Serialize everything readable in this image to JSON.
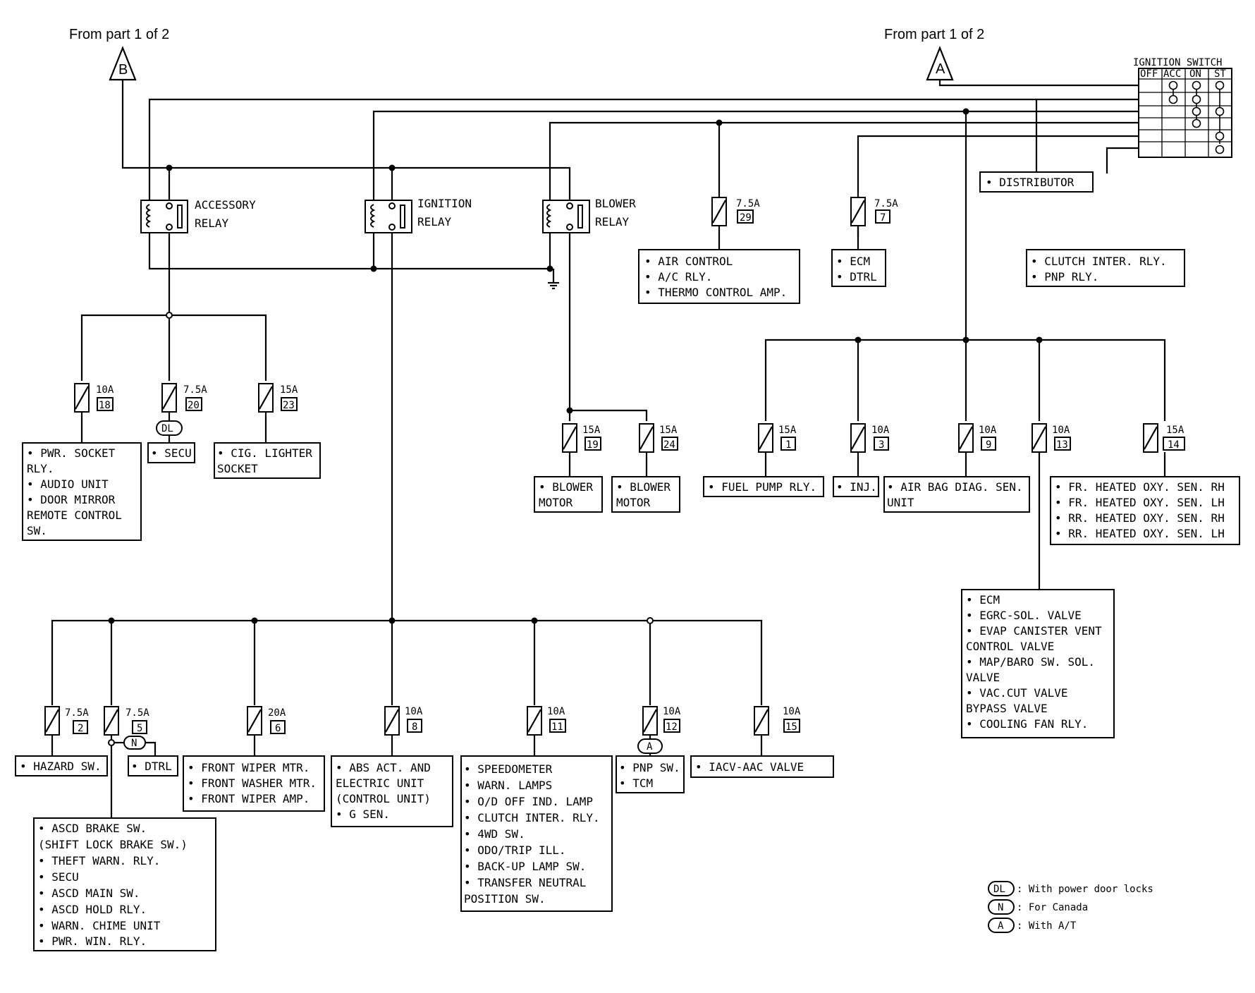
{
  "connectors": {
    "from_part_b": "From part 1 of 2",
    "conn_b": "B",
    "from_part_a": "From part 1 of 2",
    "conn_a": "A"
  },
  "ignition_switch": {
    "title": "IGNITION SWITCH",
    "cols": [
      "OFF",
      "ACC",
      "ON",
      "ST"
    ]
  },
  "relays": {
    "accessory": [
      "ACCESSORY",
      "RELAY"
    ],
    "ignition": [
      "IGNITION",
      "RELAY"
    ],
    "blower": [
      "BLOWER",
      "RELAY"
    ]
  },
  "fuses": {
    "f29": {
      "amp": "7.5A",
      "num": "29"
    },
    "f7": {
      "amp": "7.5A",
      "num": "7"
    },
    "f18": {
      "amp": "10A",
      "num": "18"
    },
    "f20": {
      "amp": "7.5A",
      "num": "20"
    },
    "f23": {
      "amp": "15A",
      "num": "23"
    },
    "f19": {
      "amp": "15A",
      "num": "19"
    },
    "f24": {
      "amp": "15A",
      "num": "24"
    },
    "f1": {
      "amp": "15A",
      "num": "1"
    },
    "f3": {
      "amp": "10A",
      "num": "3"
    },
    "f9": {
      "amp": "10A",
      "num": "9"
    },
    "f13": {
      "amp": "10A",
      "num": "13"
    },
    "f14": {
      "amp": "15A",
      "num": "14"
    },
    "f2": {
      "amp": "7.5A",
      "num": "2"
    },
    "f5": {
      "amp": "7.5A",
      "num": "5"
    },
    "f6": {
      "amp": "20A",
      "num": "6"
    },
    "f8": {
      "amp": "10A",
      "num": "8"
    },
    "f11": {
      "amp": "10A",
      "num": "11"
    },
    "f12": {
      "amp": "10A",
      "num": "12"
    },
    "f15": {
      "amp": "10A",
      "num": "15"
    }
  },
  "boxes": {
    "distributor": [
      "• DISTRIBUTOR"
    ],
    "air_control": [
      "• AIR CONTROL",
      "• A/C RLY.",
      "• THERMO CONTROL AMP."
    ],
    "ecm_dtrl": [
      "• ECM",
      "• DTRL"
    ],
    "clutch": [
      "• CLUTCH INTER. RLY.",
      "• PNP RLY."
    ],
    "pwr_socket": [
      "• PWR. SOCKET",
      "  RLY.",
      "• AUDIO UNIT",
      "• DOOR MIRROR",
      "  REMOTE CONTROL",
      "  SW."
    ],
    "secu": [
      "• SECU"
    ],
    "cig": [
      "• CIG. LIGHTER",
      "  SOCKET"
    ],
    "blower1": [
      "• BLOWER",
      "  MOTOR"
    ],
    "blower2": [
      "• BLOWER",
      "  MOTOR"
    ],
    "fuel": [
      "• FUEL PUMP RLY."
    ],
    "inj": [
      "• INJ."
    ],
    "airbag": [
      "• AIR BAG DIAG. SEN.",
      "  UNIT"
    ],
    "oxy": [
      "• FR. HEATED OXY. SEN. RH",
      "• FR. HEATED OXY. SEN. LH",
      "• RR. HEATED OXY. SEN. RH",
      "• RR. HEATED OXY. SEN. LH"
    ],
    "ecm_list": [
      "• ECM",
      "• EGRC-SOL. VALVE",
      "• EVAP CANISTER VENT",
      "  CONTROL VALVE",
      "• MAP/BARO SW. SOL.",
      "  VALVE",
      "• VAC.CUT VALVE",
      "  BYPASS VALVE",
      "• COOLING FAN RLY."
    ],
    "hazard": [
      "• HAZARD SW."
    ],
    "dtrl": [
      "• DTRL"
    ],
    "ascd": [
      "• ASCD BRAKE SW.",
      "  (SHIFT LOCK BRAKE SW.)",
      "• THEFT WARN. RLY.",
      "• SECU",
      "• ASCD MAIN SW.",
      "• ASCD HOLD RLY.",
      "• WARN. CHIME UNIT",
      "• PWR. WIN. RLY."
    ],
    "wiper": [
      "• FRONT WIPER MTR.",
      "• FRONT WASHER MTR.",
      "• FRONT WIPER AMP."
    ],
    "abs": [
      "• ABS ACT. AND",
      "  ELECTRIC UNIT",
      "  (CONTROL UNIT)",
      "• G SEN."
    ],
    "speedo": [
      "• SPEEDOMETER",
      "• WARN. LAMPS",
      "• O/D OFF IND. LAMP",
      "• CLUTCH INTER. RLY.",
      "• 4WD SW.",
      "• ODO/TRIP ILL.",
      "• BACK-UP LAMP SW.",
      "• TRANSFER NEUTRAL",
      "  POSITION SW."
    ],
    "pnp": [
      "• PNP SW.",
      "• TCM"
    ],
    "iacv": [
      "• IACV-AAC VALVE"
    ]
  },
  "tags": {
    "dl": "DL",
    "n": "N",
    "a": "A"
  },
  "legend": [
    {
      "tag": "DL",
      "text": ": With power door locks"
    },
    {
      "tag": "N",
      "text": ": For Canada"
    },
    {
      "tag": "A",
      "text": ": With A/T"
    }
  ]
}
